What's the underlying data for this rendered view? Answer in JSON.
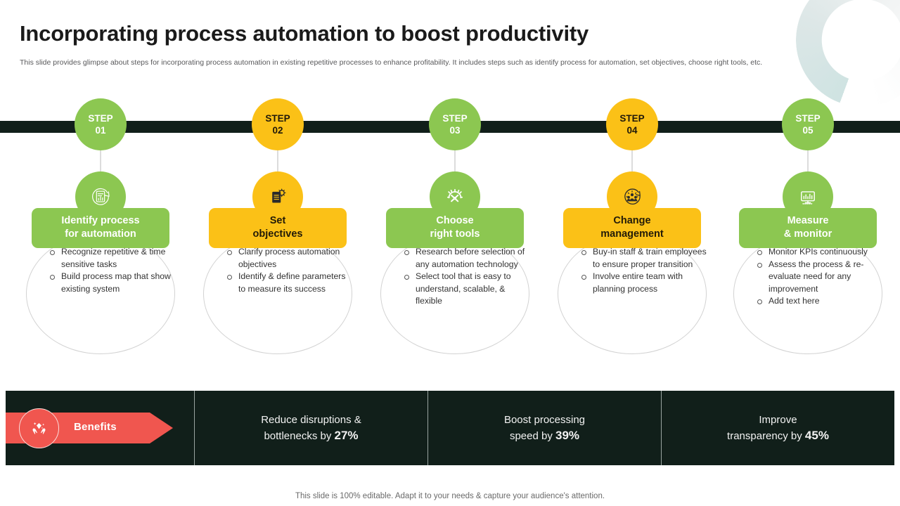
{
  "header": {
    "title": "Incorporating process automation to boost productivity",
    "subtitle": "This slide provides glimpse about steps for incorporating process automation in existing repetitive processes to enhance profitability. It includes steps such as identify process for automation, set objectives, choose right tools, etc."
  },
  "colors": {
    "green": "#8cc751",
    "yellow": "#fbc117",
    "dark": "#111f1a",
    "red": "#f0564f",
    "body_text": "#333333"
  },
  "steps": [
    {
      "number": "STEP",
      "index": "01",
      "color": "#8cc751",
      "label": "Identify process\nfor automation",
      "label_line1": "Identify process",
      "label_line2": "for automation",
      "icon": "document-chart-refresh-icon",
      "bullets": [
        "Recognize repetitive & time sensitive tasks",
        "Build process map that show existing system"
      ]
    },
    {
      "number": "STEP",
      "index": "02",
      "color": "#fbc117",
      "label": "Set\nobjectives",
      "label_line1": "Set",
      "label_line2": "objectives",
      "icon": "clipboard-gear-icon",
      "bullets": [
        "Clarify process automation objectives",
        "Identify & define parameters to measure its success"
      ]
    },
    {
      "number": "STEP",
      "index": "03",
      "color": "#8cc751",
      "label": "Choose\nright tools",
      "label_line1": "Choose",
      "label_line2": "right tools",
      "icon": "gear-tools-icon",
      "bullets": [
        "Research before selection of any automation technology",
        "Select tool that is easy to understand, scalable, & flexible"
      ]
    },
    {
      "number": "STEP",
      "index": "04",
      "color": "#fbc117",
      "label": "Change\nmanagement",
      "label_line1": "Change",
      "label_line2": "management",
      "icon": "team-gear-refresh-icon",
      "bullets": [
        "Buy-in staff & train employees to ensure proper transition",
        "Involve entire team with planning process"
      ]
    },
    {
      "number": "STEP",
      "index": "05",
      "color": "#8cc751",
      "label": "Measure\n& monitor",
      "label_line1": "Measure",
      "label_line2": "& monitor",
      "icon": "monitor-chart-icon",
      "bullets": [
        "Monitor KPIs continuously",
        "Assess the process & re-evaluate need for any improvement",
        "Add text here"
      ]
    }
  ],
  "benefits": {
    "badge_label": "Benefits",
    "badge_icon": "diamond-in-hands-icon",
    "items": [
      {
        "text_before": "Reduce disruptions &\nbottlenecks by ",
        "line1": "Reduce disruptions &",
        "line2_prefix": "bottlenecks by ",
        "value": "27%"
      },
      {
        "line1": "Boost processing",
        "line2_prefix": "speed by ",
        "value": "39%"
      },
      {
        "line1": "Improve",
        "line2_prefix": "transparency  by ",
        "value": "45%"
      }
    ]
  },
  "footer": {
    "note": "This slide is 100% editable. Adapt it to your needs & capture your audience's attention."
  }
}
